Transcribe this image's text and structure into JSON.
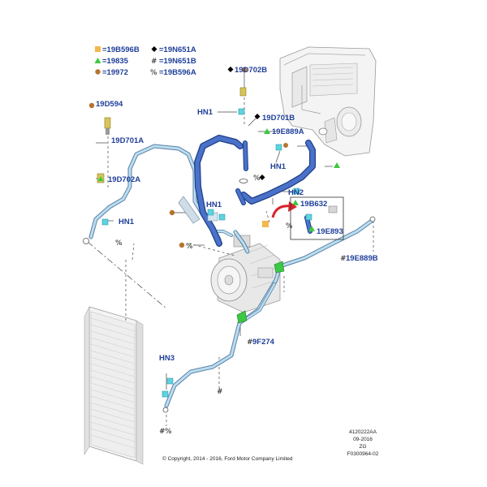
{
  "legend": [
    {
      "symbol": "square",
      "color": "#f2b84b",
      "code": "=19B596B"
    },
    {
      "symbol": "diamond",
      "color": "#000000",
      "code": "=19N651A"
    },
    {
      "symbol": "triangle",
      "color": "#3cc843",
      "code": "=19835"
    },
    {
      "symbol": "hash",
      "color": "#000000",
      "code": "=19N651B"
    },
    {
      "symbol": "circle",
      "color": "#b5752e",
      "code": "=19972"
    },
    {
      "symbol": "percent",
      "color": "#000000",
      "code": "=19B596A"
    }
  ],
  "labels": {
    "l_19D702B": "19D702B",
    "l_19D594": "19D594",
    "l_HN1_a": "HN1",
    "l_19D701B": "19D701B",
    "l_19E889A": "19E889A",
    "l_19D701A": "19D701A",
    "l_HN1_b": "HN1",
    "l_19D702A": "19D702A",
    "l_HN2": "HN2",
    "l_19B632": "19B632",
    "l_HN1_c": "HN1",
    "l_HN1_d": "HN1",
    "l_19E893": "19E893",
    "l_19E889B": "19E889B",
    "l_9F274": "9F274",
    "l_HN3": "HN3"
  },
  "symbols": {
    "diamond": "♦",
    "hash": "#",
    "percent": "%"
  },
  "footer": {
    "copyright": "© Copyright, 2014 - 2016, Ford Motor Company Limited",
    "ref1": "4120222AA",
    "ref2": "09-2016",
    "ref3": "ZG",
    "ref4": "F0300964-02"
  },
  "colors": {
    "label": "#1f3f99",
    "hose_blue": "#3d62b8",
    "pipe_light": "#a9d3e8",
    "red_arrow": "#d8242b",
    "clip_cyan": "#5fd3e0",
    "fitting_green": "#3cc843"
  }
}
